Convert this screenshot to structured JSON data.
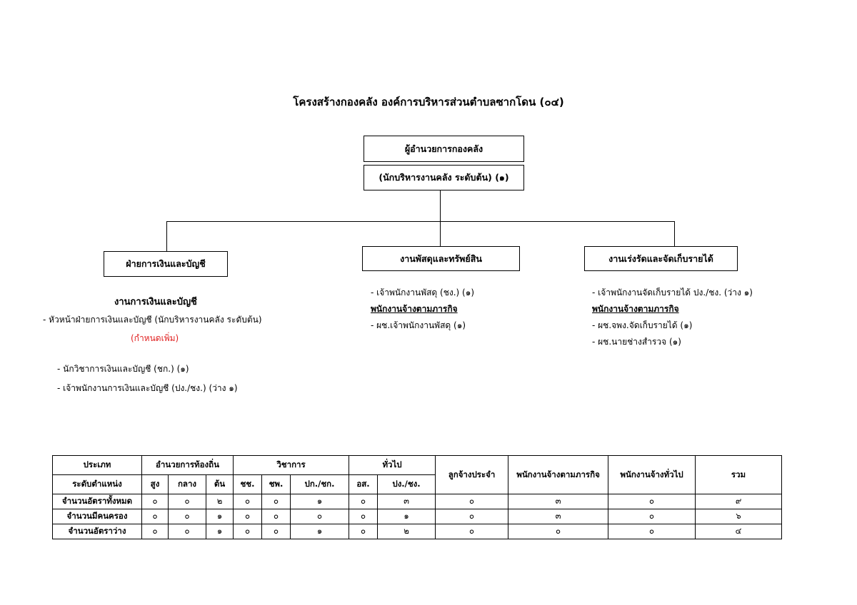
{
  "title": "โครงสร้างกองคลัง องค์การบริหารส่วนตำบลซากโดน (๐๔)",
  "head_box": {
    "title": "ผู้อำนวยการกองคลัง",
    "subtitle": "(นักบริหารงานคลัง ระดับต้น) (๑)"
  },
  "units": [
    {
      "name": "ฝ่ายการเงินและบัญชี",
      "section_title": "งานการเงินและบัญชี",
      "head_line": "- หัวหน้าฝ่ายการเงินและบัญชี (นักบริหารงานคลัง ระดับต้น)",
      "note": "(กำหนดเพิ่ม)",
      "items": [
        "- นักวิชาการเงินและบัญชี (ชก.) (๑)",
        "- เจ้าพนักงานการเงินและบัญชี (ปง./ชง.) (ว่าง ๑)"
      ]
    },
    {
      "name": "งานพัสดุและทรัพย์สิน",
      "items": [
        "- เจ้าพนักงานพัสดุ (ชง.) (๑)"
      ],
      "contract_heading": "พนักงานจ้างตามภารกิจ",
      "contract_items": [
        "- ผช.เจ้าพนักงานพัสดุ (๑)"
      ]
    },
    {
      "name": "งานเร่งรัดและจัดเก็บรายได้",
      "items": [
        "- เจ้าพนักงานจัดเก็บรายได้ ปง./ชง. (ว่าง ๑)"
      ],
      "contract_heading": "พนักงานจ้างตามภารกิจ",
      "contract_items": [
        "- ผช.จพง.จัดเก็บรายได้ (๑)",
        "- ผช.นายช่างสำรวจ (๑)"
      ]
    }
  ],
  "table": {
    "type_label": "ประเภท",
    "level_label": "ระดับตำแหน่ง",
    "groups": [
      "อำนวยการท้องถิ่น",
      "วิชาการ",
      "ทั่วไป"
    ],
    "levels": [
      "สูง",
      "กลาง",
      "ต้น",
      "ชช.",
      "ชพ.",
      "ปก./ชก.",
      "อส.",
      "ปง./ชง."
    ],
    "other_columns": [
      "ลูกจ้างประจำ",
      "พนักงานจ้างตามภารกิจ",
      "พนักงานจ้างทั่วไป",
      "รวม"
    ],
    "rows": [
      {
        "label": "จำนวนอัตราทั้งหมด",
        "values": [
          "๐",
          "๐",
          "๒",
          "๐",
          "๐",
          "๑",
          "๐",
          "๓",
          "๐",
          "๓",
          "๐",
          "๙"
        ]
      },
      {
        "label": "จำนวนมีคนครอง",
        "values": [
          "๐",
          "๐",
          "๑",
          "๐",
          "๐",
          "๐",
          "๐",
          "๑",
          "๐",
          "๓",
          "๐",
          "๖"
        ]
      },
      {
        "label": "จำนวนอัตราว่าง",
        "values": [
          "๐",
          "๐",
          "๑",
          "๐",
          "๐",
          "๑",
          "๐",
          "๒",
          "๐",
          "๐",
          "๐",
          "๔"
        ]
      }
    ]
  }
}
